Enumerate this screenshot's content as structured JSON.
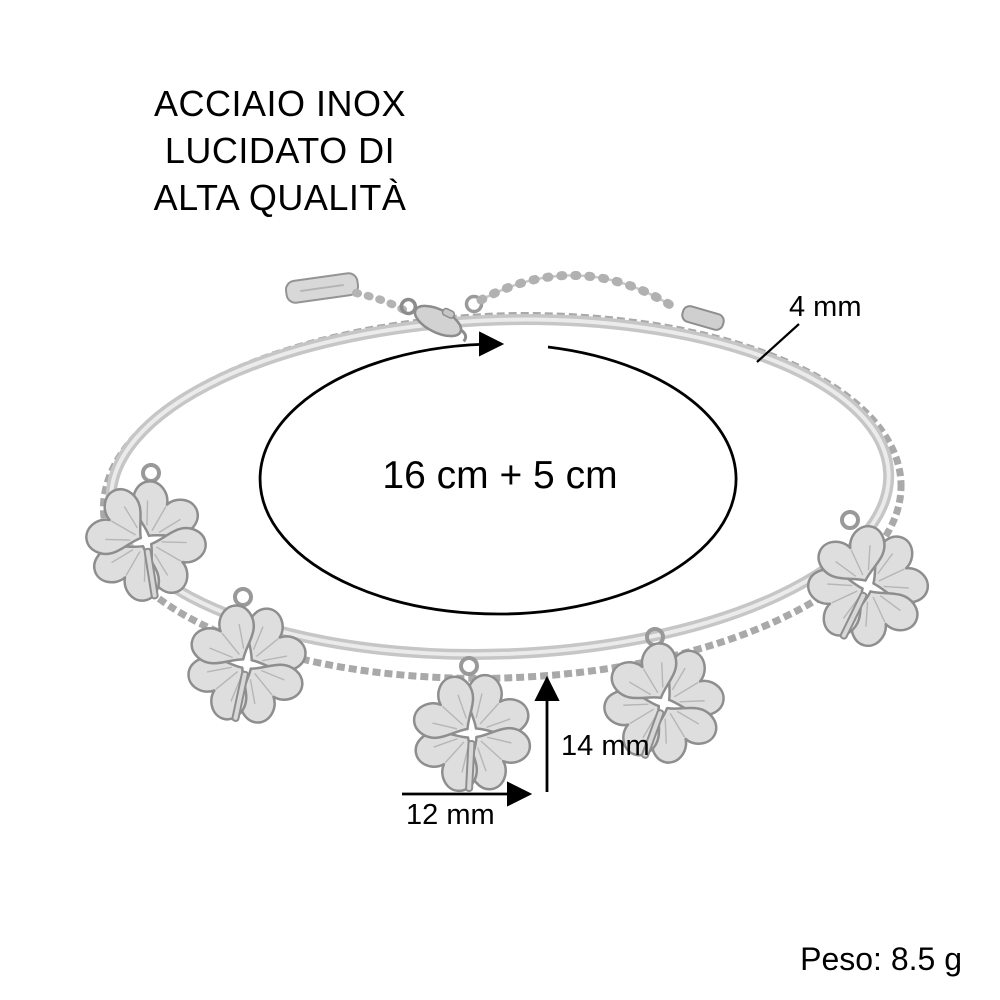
{
  "product": {
    "material_title": [
      "ACCIAIO INOX",
      "LUCIDATO DI",
      "ALTA QUALITÀ"
    ],
    "weight": "Peso: 8.5 g"
  },
  "measurements": {
    "chain_thickness": "4 mm",
    "bracelet_length": "16 cm + 5 cm",
    "charm_height": "14 mm",
    "charm_width": "12 mm"
  },
  "colors": {
    "background": "#ffffff",
    "annotation": "#000000",
    "metal_light": "#ebebeb",
    "metal_mid": "#c6c6c6",
    "metal_dark": "#8e8e8e"
  }
}
